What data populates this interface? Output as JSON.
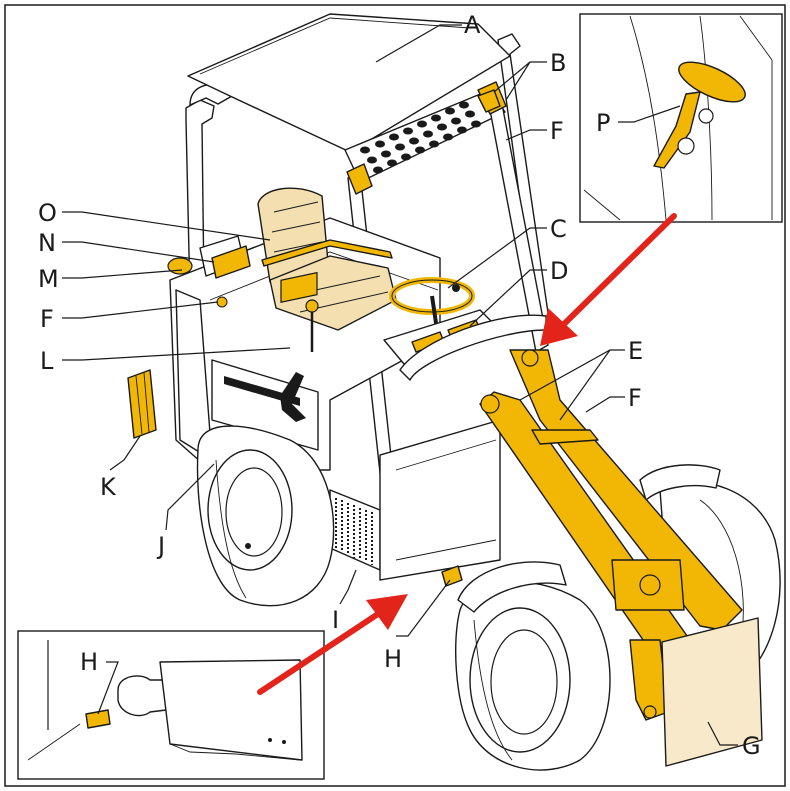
{
  "figure": {
    "description_labels": {
      "A": "A",
      "B": "B",
      "C": "C",
      "D": "D",
      "E": "E",
      "F_roof": "F",
      "F_fender": "F",
      "F_arm": "F",
      "G": "G",
      "H_main": "H",
      "H_inset": "H",
      "I": "I",
      "J": "J",
      "K": "K",
      "L": "L",
      "M": "M",
      "N": "N",
      "O": "O",
      "P": "P"
    },
    "colors": {
      "safety_yellow": "#f2b705",
      "body_white": "#ffffff",
      "outline": "#1a1a1a",
      "arrow_red": "#e3241b",
      "bucket_fill": "#f7e9c9",
      "seat_fill": "#f3dfb0"
    },
    "icons": {
      "arrow_to_detail_p": "red-arrow-icon",
      "arrow_to_detail_h": "red-arrow-icon"
    }
  }
}
